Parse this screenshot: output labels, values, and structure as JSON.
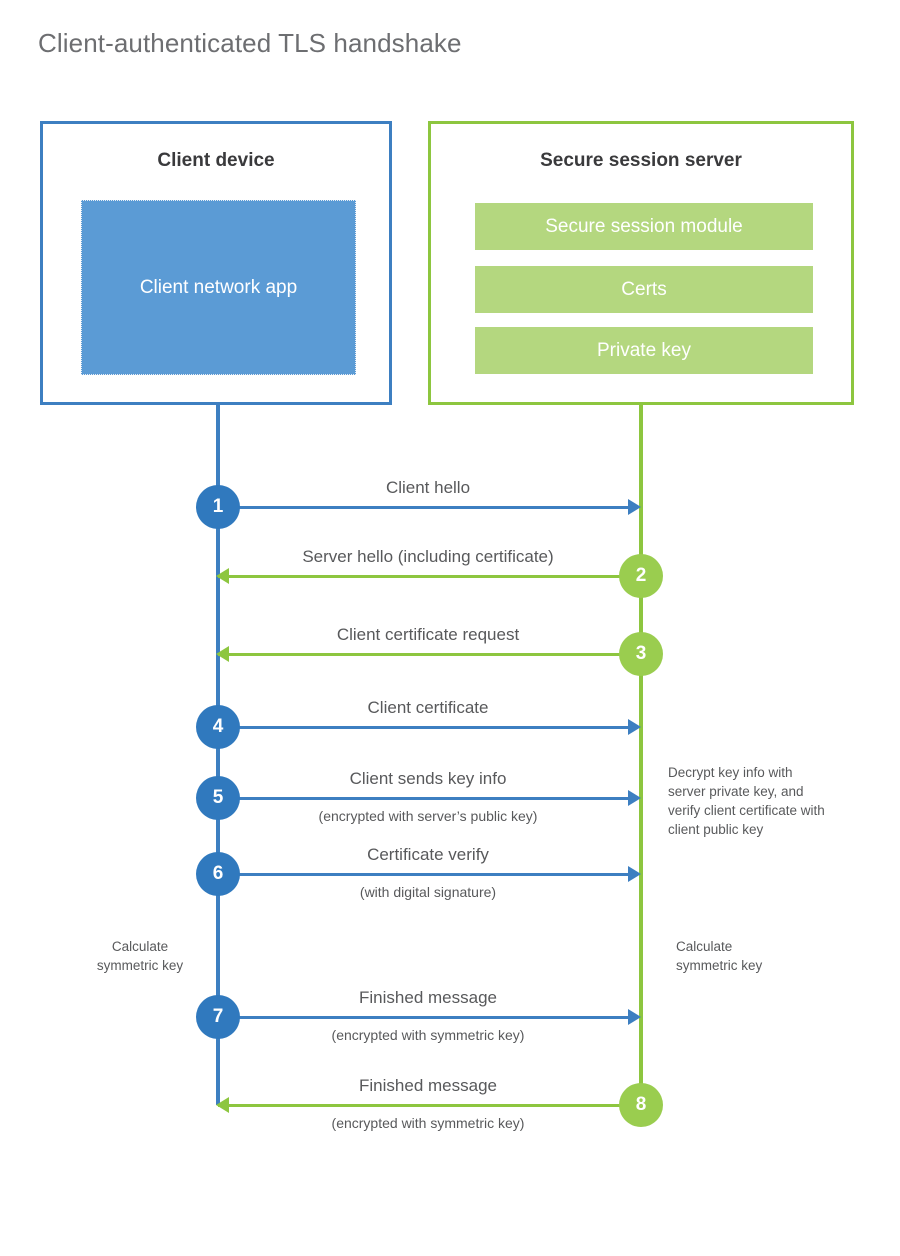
{
  "title": "Client-authenticated TLS handshake",
  "colors": {
    "client_blue": "#3d7fc1",
    "client_badge_blue": "#3079be",
    "client_app_fill": "#5b9bd5",
    "server_green": "#8dc63f",
    "server_badge_green": "#9acd4f",
    "server_bar_fill": "#b4d77f",
    "text_gray": "#58595b",
    "title_gray": "#6d6e71"
  },
  "parties": {
    "client": {
      "title": "Client device",
      "app_label": "Client network app"
    },
    "server": {
      "title": "Secure session server",
      "modules": [
        "Secure session module",
        "Certs",
        "Private key"
      ]
    }
  },
  "messages": [
    {
      "step": "1",
      "label": "Client hello",
      "sublabel": "",
      "direction": "client-to-server",
      "color": "blue"
    },
    {
      "step": "2",
      "label": "Server hello (including certificate)",
      "sublabel": "",
      "direction": "server-to-client",
      "color": "green"
    },
    {
      "step": "3",
      "label": "Client certificate request",
      "sublabel": "",
      "direction": "server-to-client",
      "color": "green"
    },
    {
      "step": "4",
      "label": "Client certificate",
      "sublabel": "",
      "direction": "client-to-server",
      "color": "blue"
    },
    {
      "step": "5",
      "label": "Client sends key info",
      "sublabel": "(encrypted with server’s public key)",
      "direction": "client-to-server",
      "color": "blue"
    },
    {
      "step": "6",
      "label": "Certificate verify",
      "sublabel": "(with digital signature)",
      "direction": "client-to-server",
      "color": "blue"
    },
    {
      "step": "7",
      "label": "Finished message",
      "sublabel": "(encrypted with symmetric key)",
      "direction": "client-to-server",
      "color": "blue"
    },
    {
      "step": "8",
      "label": "Finished message",
      "sublabel": "(encrypted with symmetric key)",
      "direction": "server-to-client",
      "color": "green"
    }
  ],
  "notes": {
    "server_decrypt": "Decrypt key info with server private key, and verify client certificate with client public key",
    "client_calculate": "Calculate\nsymmetric key",
    "server_calculate": "Calculate\nsymmetric key"
  }
}
